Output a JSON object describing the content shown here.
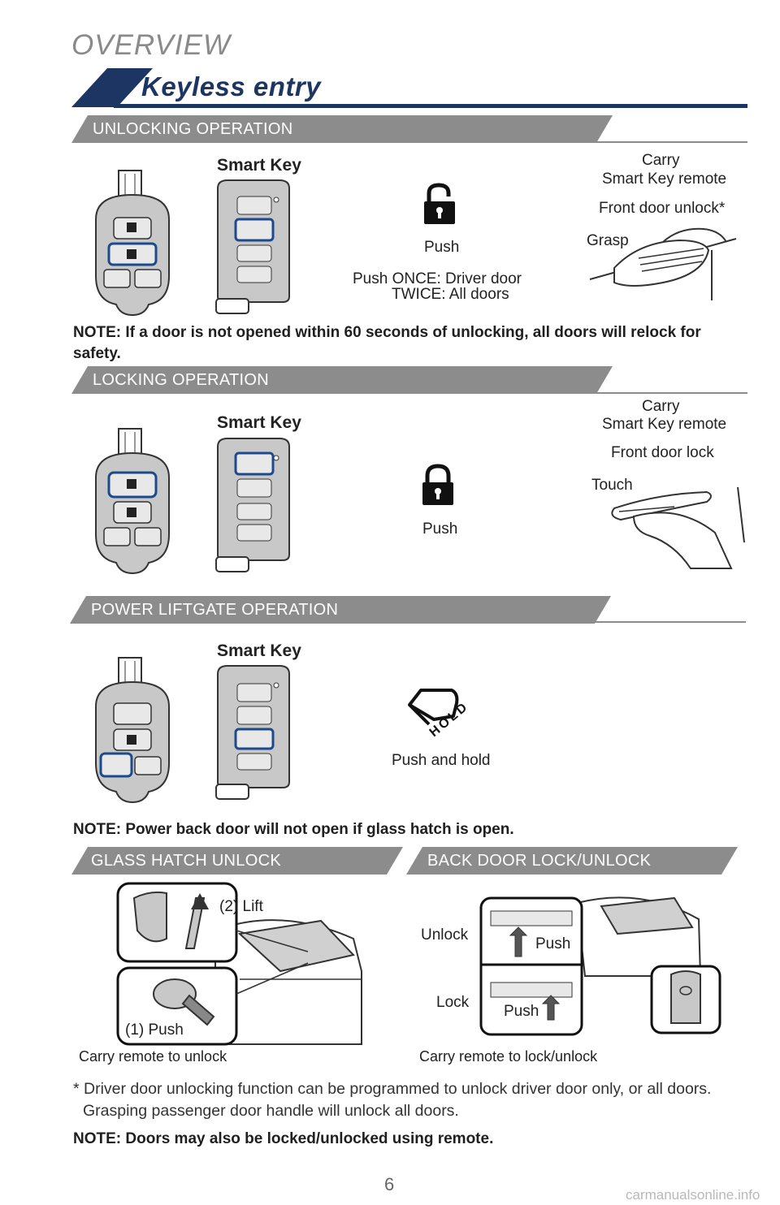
{
  "header": {
    "overview": "OVERVIEW",
    "title": "Keyless entry"
  },
  "unlocking": {
    "banner": "UNLOCKING OPERATION",
    "smart_key": "Smart Key",
    "push": "Push",
    "push_detail_1": "Push  ONCE: Driver door",
    "push_detail_2": "TWICE: All doors",
    "carry_1": "Carry",
    "carry_2": "Smart Key remote",
    "front_door": "Front door unlock*",
    "grasp": "Grasp",
    "note": "NOTE: If a door is not opened within 60 seconds of unlocking, all doors will relock for safety."
  },
  "locking": {
    "banner": "LOCKING OPERATION",
    "smart_key": "Smart Key",
    "push": "Push",
    "carry_1": "Carry",
    "carry_2": "Smart Key remote",
    "front_door": "Front door lock",
    "touch": "Touch"
  },
  "liftgate": {
    "banner": "POWER LIFTGATE OPERATION",
    "smart_key": "Smart Key",
    "push_hold": "Push and hold",
    "hold_label": "HOLD",
    "note": "NOTE: Power back door will not open if glass hatch is open."
  },
  "glass_hatch": {
    "banner": "GLASS HATCH UNLOCK",
    "lift": "(2) Lift",
    "push": "(1) Push",
    "caption": "Carry remote to unlock"
  },
  "back_door": {
    "banner": "BACK DOOR LOCK/UNLOCK",
    "unlock": "Unlock",
    "lock": "Lock",
    "push_top": "Push",
    "push_bottom": "Push",
    "caption": "Carry remote to lock/unlock"
  },
  "footer": {
    "asterisk_note": "* Driver door unlocking function can be programmed to unlock driver door only, or all doors. Grasping passenger door handle will unlock all doors.",
    "note": "NOTE: Doors may also be locked/unlocked using remote.",
    "page_number": "6",
    "watermark": "carmanualsonline.info"
  },
  "colors": {
    "navy": "#1c3563",
    "banner_grey": "#8c8c8c",
    "highlight": "#1c4a8c",
    "key_grey": "#c8c8c8"
  }
}
